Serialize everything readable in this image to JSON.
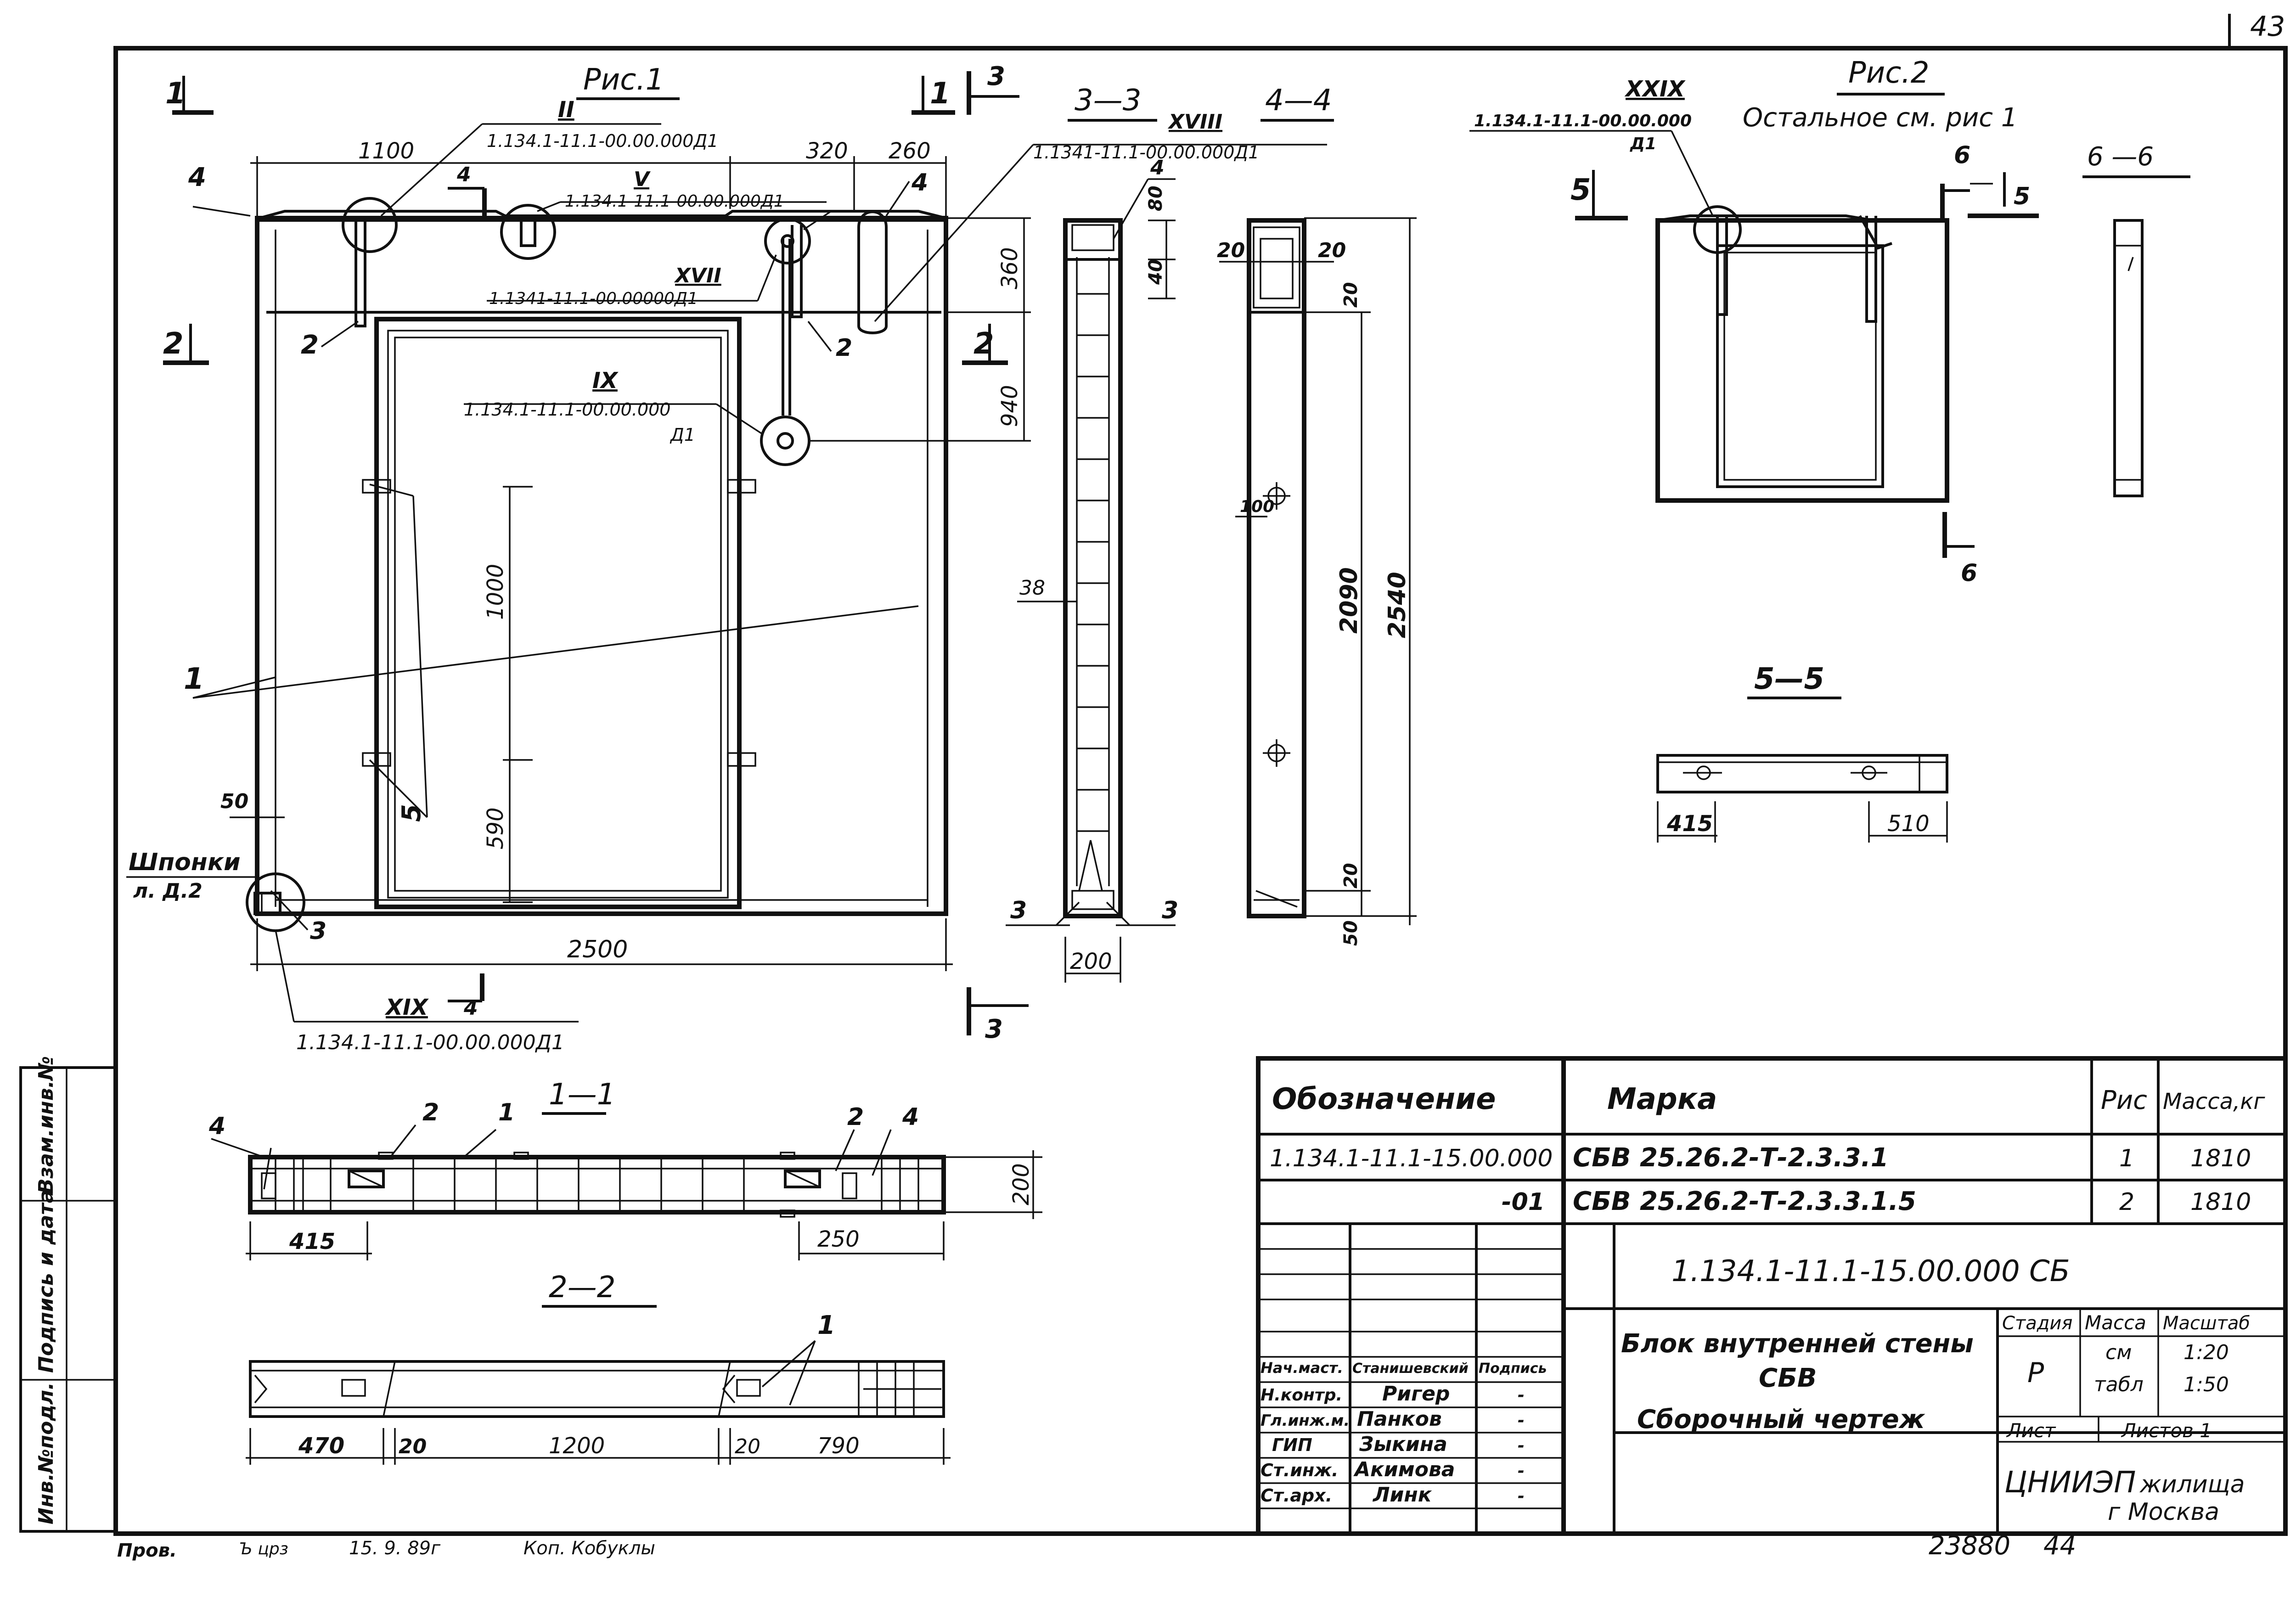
{
  "sheet_number": "43",
  "fig1": {
    "title": "Рис.1",
    "section_1_top": "1",
    "section_2_left": "2",
    "section_3_top": "3",
    "section_3_bottom": "3",
    "section_4_top": "4",
    "section_4_bottom": "4",
    "dims": {
      "d1100": "1100",
      "d320": "320",
      "d260": "260",
      "d360": "360",
      "d940": "940",
      "d1000": "1000",
      "d590": "590",
      "d2500": "2500",
      "d50": "50"
    },
    "callouts": {
      "c2": {
        "roman": "II",
        "ref": "1.134.1-11.1-00.00.000Д1"
      },
      "c5": {
        "roman": "V",
        "ref": "1.134.1-11.1-00.00.000Д1"
      },
      "c17": {
        "roman": "XVII",
        "ref": "1.1341-11.1-00.00000Д1"
      },
      "c18": {
        "roman": "XVIII",
        "ref": "1.1341-11.1-00.00.000Д1"
      },
      "c9": {
        "roman": "IX",
        "ref": "1.134.1-11.1-00.00.000",
        "ref2": "Д1"
      },
      "c19": {
        "roman": "XIX",
        "ref": "1.134.1-11.1-00.00.000Д1"
      }
    },
    "pos": {
      "p1": "1",
      "p2": "2",
      "p3": "3",
      "p4": "4",
      "p5": "5"
    },
    "shponki": "Шпонки",
    "shponki_ref": "л. Д.2"
  },
  "sec33": {
    "title": "3—3",
    "d38": "38",
    "d200": "200",
    "p3a": "3",
    "p3b": "3",
    "p4": "4"
  },
  "sec44": {
    "title": "4—4",
    "d80": "80",
    "d40": "40",
    "d20a": "20",
    "d20b": "20",
    "d20c": "20",
    "d100": "100",
    "d2090": "2090",
    "d2540": "2540",
    "d20d": "20",
    "d50": "50"
  },
  "fig2": {
    "title": "Рис.2",
    "note": "Остальное см. рис 1",
    "roman": "XXIX",
    "ref": "1.134.1-11.1-00.00.000",
    "ref2": "Д1",
    "s5": "5",
    "s5b": "5",
    "s6": "6",
    "s6b": "6"
  },
  "sec66": {
    "title": "6 —6"
  },
  "sec55": {
    "title": "5—5",
    "d415": "415",
    "d510": "510"
  },
  "sec11": {
    "title": "1—1",
    "d415": "415",
    "d250": "250",
    "d200": "200",
    "p4a": "4",
    "p2a": "2",
    "p1": "1",
    "p2b": "2",
    "p4b": "4"
  },
  "sec22": {
    "title": "2—2",
    "d470": "470",
    "d20a": "20",
    "d1200": "1200",
    "d20b": "20",
    "d790": "790",
    "p1": "1"
  },
  "spec": {
    "headers": [
      "Обозначение",
      "Марка",
      "Рис",
      "Масса,кг"
    ],
    "rows": [
      {
        "designation": "1.134.1-11.1-15.00.000",
        "mark": "СБВ  25.26.2-Т-2.3.3.1",
        "fig": "1",
        "mass": "1810"
      },
      {
        "designation": "-01",
        "mark": "СБВ  25.26.2-Т-2.3.3.1.5",
        "fig": "2",
        "mass": "1810"
      }
    ]
  },
  "titleblock": {
    "doc_code": "1.134.1-11.1-15.00.000 СБ",
    "name_line1": "Блок внутренней стены",
    "name_line2": "СБВ",
    "name_line3": "Сборочный чертеж",
    "stage_h": "Стадия",
    "mass_h": "Масса",
    "scale_h": "Масштаб",
    "stage": "Р",
    "mass1": "см",
    "mass2": "табл",
    "scale1": "1:20",
    "scale2": "1:50",
    "sheet_h": "Лист",
    "sheets_h": "Листов 1",
    "org1": "ЦНИИЭП",
    "org2": "жилища",
    "org3": "г Москва",
    "col_h": [
      "Нач.маст.",
      "Станишевский",
      "Подпись"
    ],
    "people": [
      {
        "role": "Н.контр.",
        "name": "Ригер",
        "sig": "-"
      },
      {
        "role": "Гл.инж.м.",
        "name": "Панков",
        "sig": "-"
      },
      {
        "role": "ГИП",
        "name": "Зыкина",
        "sig": "-"
      },
      {
        "role": "Ст.инж.",
        "name": "Акимова",
        "sig": "-"
      },
      {
        "role": "Ст.арх.",
        "name": "Линк",
        "sig": "-"
      }
    ]
  },
  "side_stamp": [
    "Инв.№подл.",
    "Подпись и дата",
    "Взам.инв.№"
  ],
  "footer": {
    "checked": "Пров.",
    "mark": "Ъ црз",
    "date": "15. 9. 89г",
    "copied": "Коп. Кобуклы",
    "archive": "23880",
    "page": "44"
  }
}
